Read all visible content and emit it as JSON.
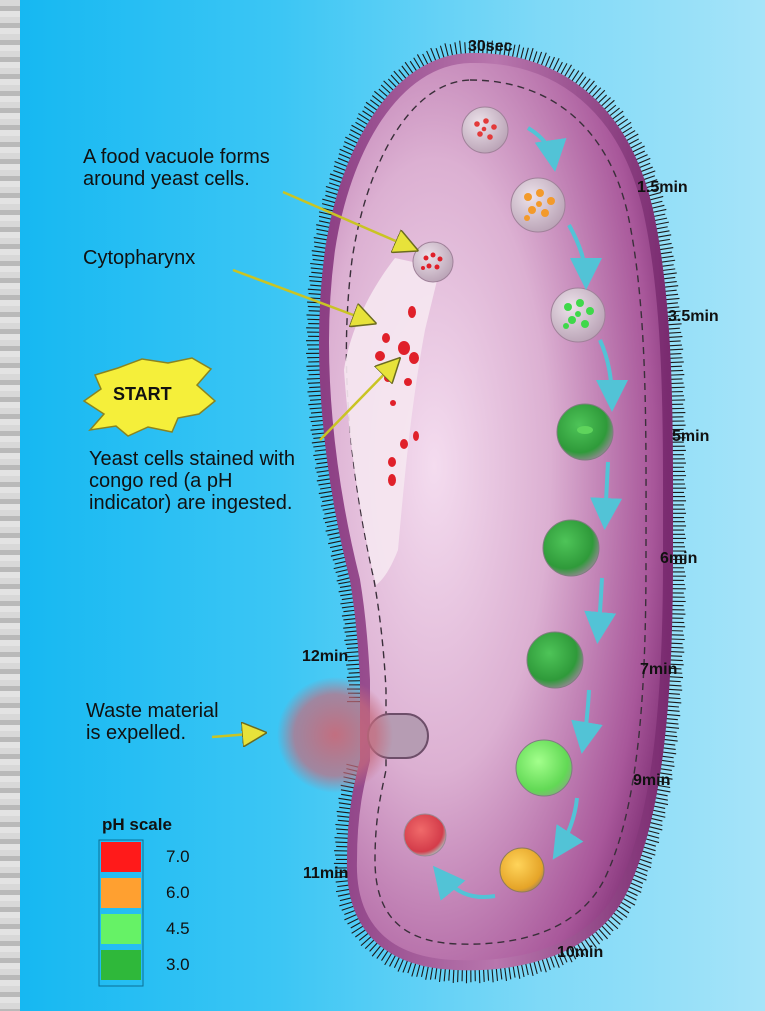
{
  "captions": {
    "food_vacuole": "A food vacuole forms\naround yeast cells.",
    "cytopharynx": "Cytopharynx",
    "yeast_cells": "Yeast cells stained with\ncongo red (a pH\nindicator) are ingested.",
    "waste": "Waste material\nis expelled."
  },
  "start_label": "START",
  "timepoints": [
    "30sec",
    "1.5min",
    "3.5min",
    "5min",
    "6min",
    "7min",
    "9min",
    "10min",
    "11min",
    "12min"
  ],
  "ph_scale": {
    "title": "pH scale",
    "entries": [
      {
        "value": "7.0",
        "color": "#ff1a1a"
      },
      {
        "value": "6.0",
        "color": "#ffa030"
      },
      {
        "value": "4.5",
        "color": "#66f266"
      },
      {
        "value": "3.0",
        "color": "#2fb83a"
      }
    ]
  },
  "vacuoles": [
    {
      "time": "30sec",
      "color": "#e33a3a",
      "content": "red yeast cells"
    },
    {
      "time": "1.5min",
      "color": "#f39a2b",
      "content": "orange yeast cells"
    },
    {
      "time": "3.5min",
      "color": "#3fd84a",
      "content": "green yeast cells"
    },
    {
      "time": "5min",
      "color": "#2fa83a"
    },
    {
      "time": "6min",
      "color": "#2fa83a"
    },
    {
      "time": "7min",
      "color": "#2fa83a"
    },
    {
      "time": "9min",
      "color": "#7cf070"
    },
    {
      "time": "10min",
      "color": "#f0bd2f"
    },
    {
      "time": "11min",
      "color": "#e24848"
    }
  ]
}
